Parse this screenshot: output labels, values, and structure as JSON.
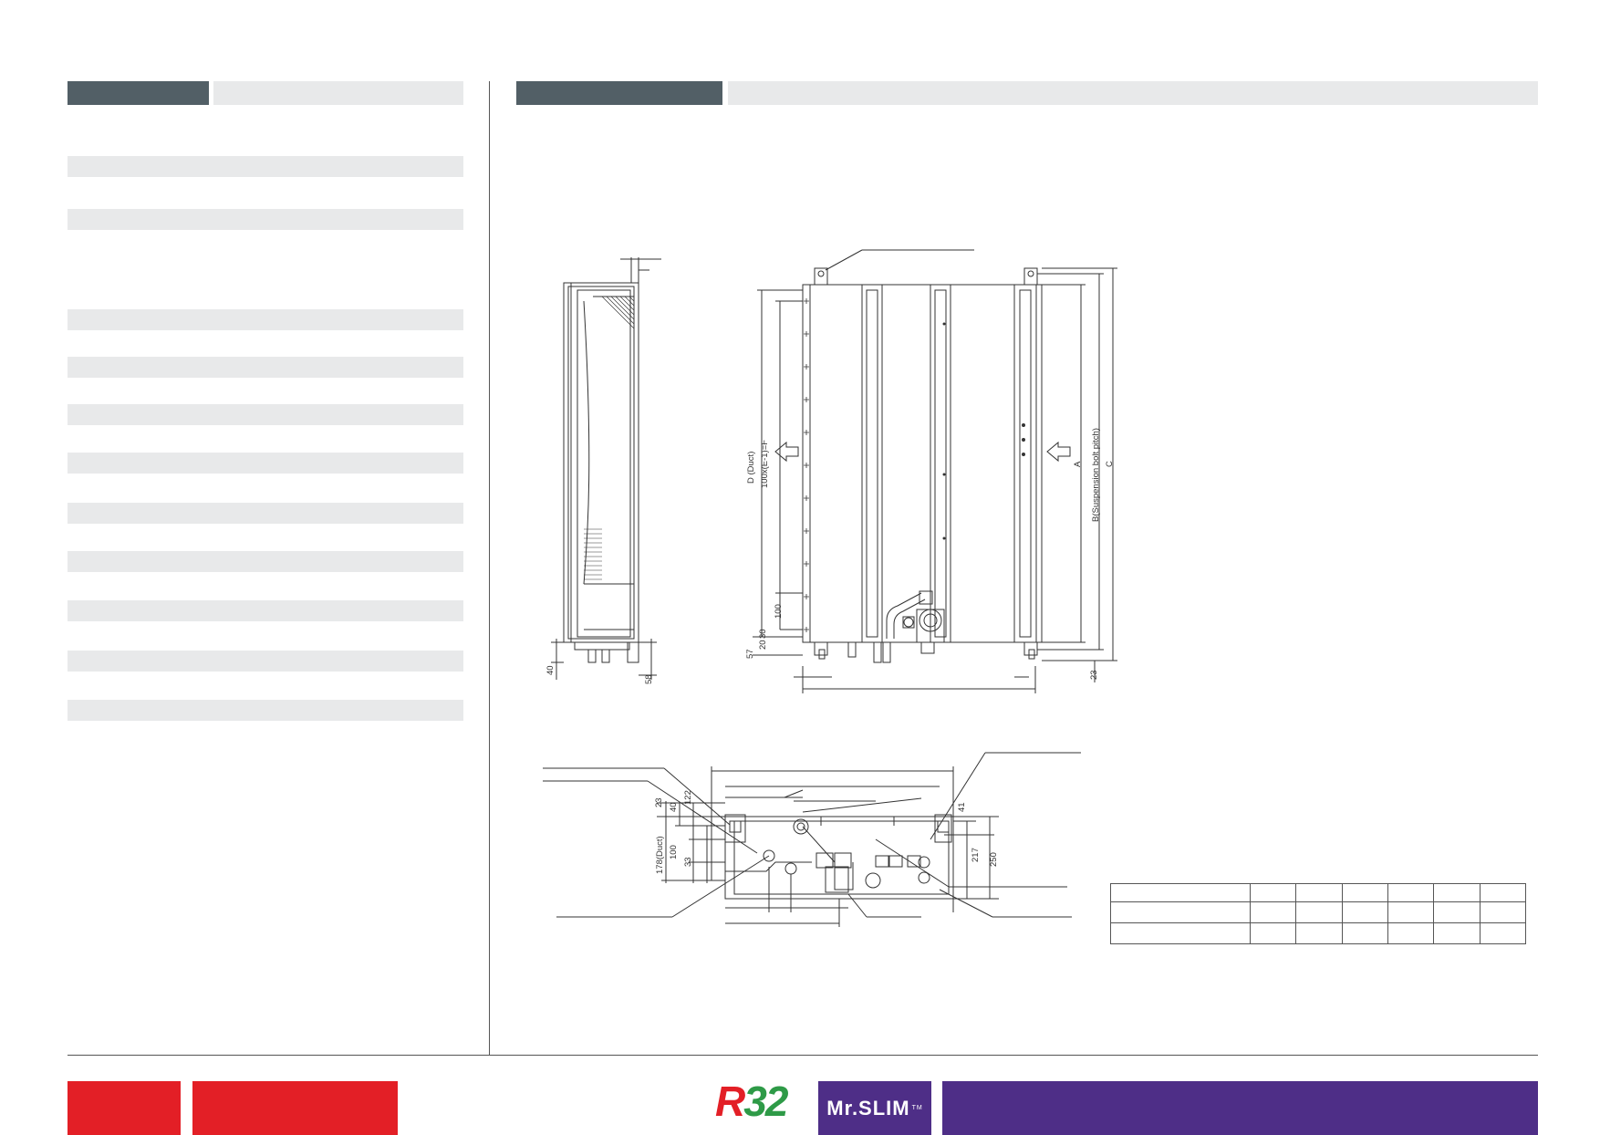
{
  "drawing": {
    "side_view": {
      "dim_left_bottom": "40",
      "dim_right_bottom": "58"
    },
    "front_view": {
      "label_duct": "D (Duct)",
      "label_pitch": "100x(E-1)=F",
      "label_a": "A",
      "label_b": "B(Suspension bolt pitch)",
      "label_c": "C",
      "dim_100": "100",
      "dim_30": "30",
      "dim_57": "57",
      "dim_20": "20",
      "dim_23": "23"
    },
    "bottom_view": {
      "dim_23": "23",
      "dim_40": "40",
      "dim_122": "122",
      "dim_178": "178(Duct)",
      "dim_100": "100",
      "dim_33": "33",
      "dim_41": "41",
      "dim_217": "217",
      "dim_250": "250"
    }
  },
  "branding": {
    "r32_r": "R",
    "r32_num": "32",
    "mrslim": "Mr.SLIM",
    "tm": "TM"
  },
  "colors": {
    "header_dark": "#525f66",
    "header_light": "#e8e9ea",
    "brand_red": "#e31f26",
    "brand_purple": "#4e2e87",
    "r32_green": "#2e9a47"
  }
}
